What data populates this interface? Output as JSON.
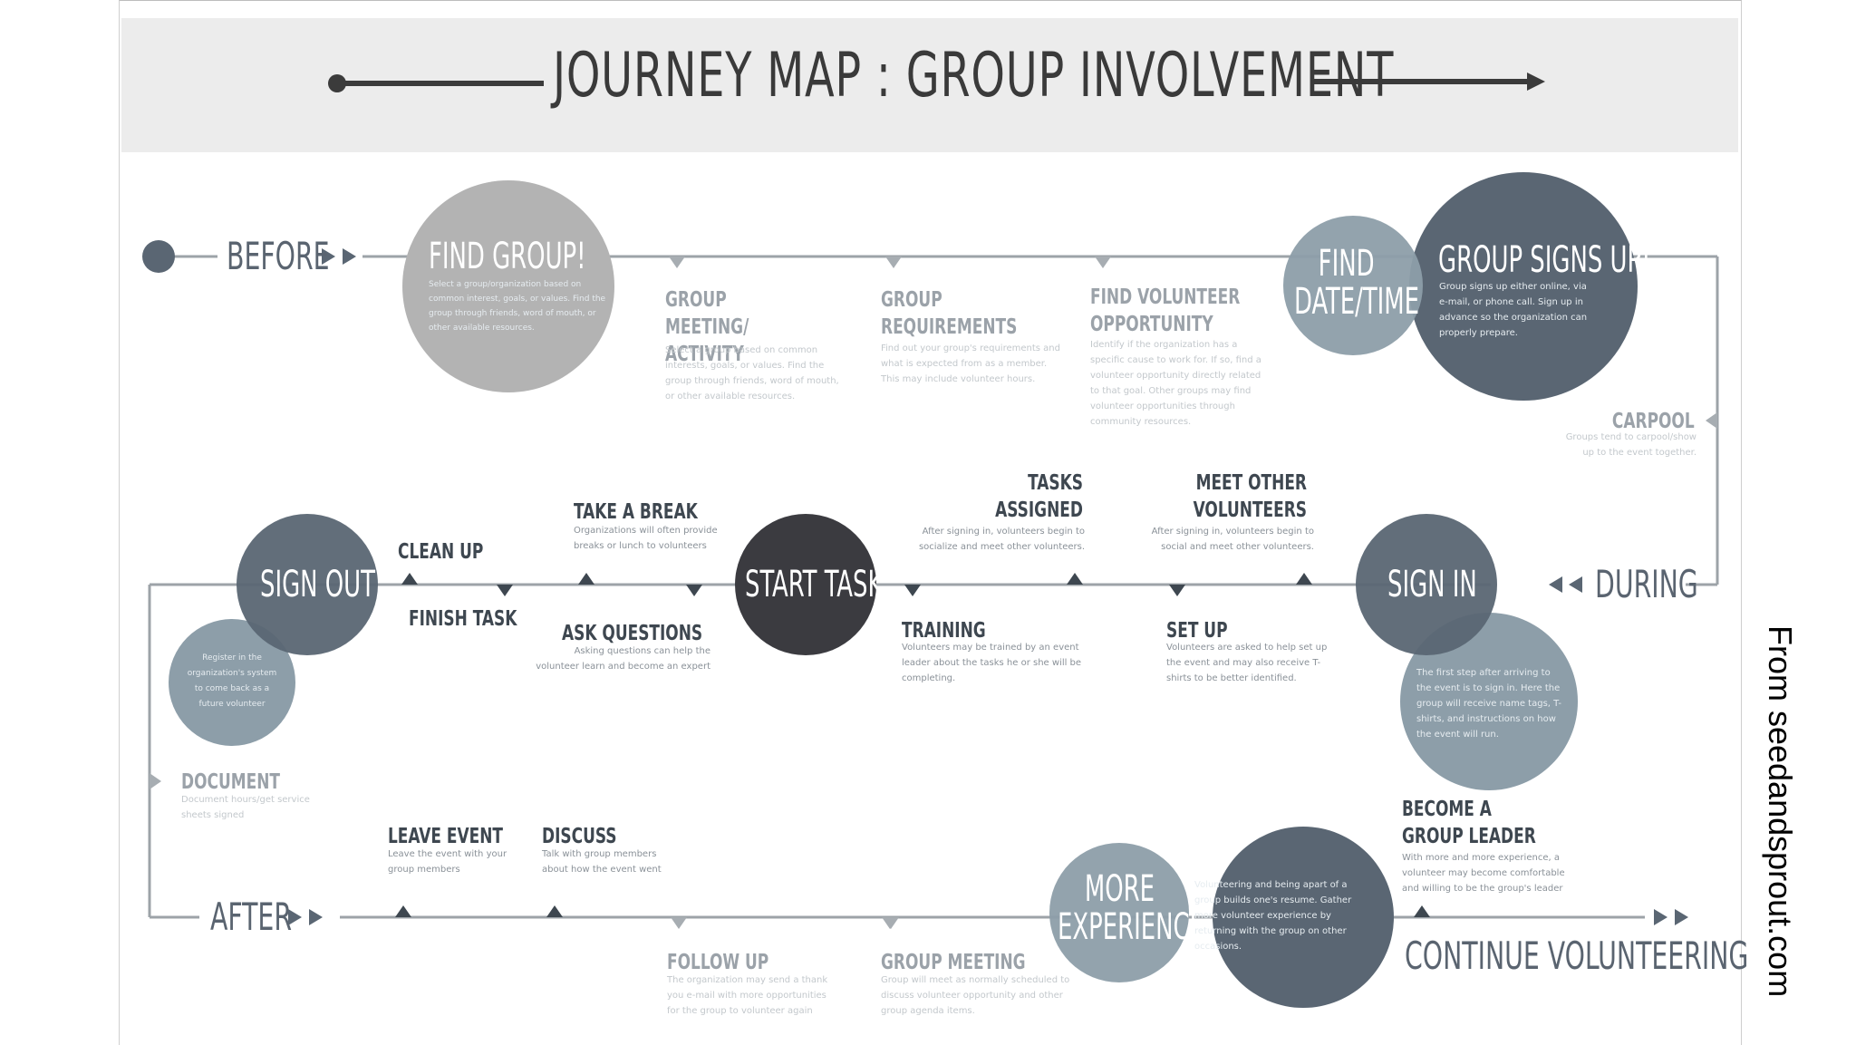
{
  "title": "JOURNEY MAP : GROUP INVOLVEMENT",
  "source": "From seedandsprout.com",
  "colors": {
    "line": "#9da3a8",
    "find_group_circle": "#b3b3b3",
    "slate_light": "#8d9ea9",
    "slate_dark": "#5a6673",
    "charcoal": "#3b3b40",
    "header_bg": "#ececec"
  },
  "stages": {
    "before": "BEFORE",
    "during": "DURING",
    "after": "AFTER",
    "continue": "CONTINUE VOLUNTEERING"
  },
  "before_row": {
    "find_group": {
      "title": "FIND GROUP!",
      "text": "Select a group/organization based on common interest, goals, or values. Find the group through friends, word of mouth, or other available resources."
    },
    "group_meeting": {
      "title": "GROUP MEETING/ ACTIVITY",
      "text": "Select a group based on common interests, goals, or values. Find the group through friends, word of mouth, or other available resources."
    },
    "group_requirements": {
      "title": "GROUP REQUIREMENTS",
      "text": "Find out your group's requirements and what is expected from as a member. This may include volunteer hours."
    },
    "find_opportunity": {
      "title": "FIND VOLUNTEER OPPORTUNITY",
      "text": "Identify if the organization has a specific cause to work for. If so, find a volunteer opportunity directly related to that goal. Other groups may find volunteer opportunities through community resources."
    },
    "find_date": {
      "title": "FIND DATE/TIME"
    },
    "group_signs_up": {
      "title": "GROUP SIGNS UP!",
      "text": "Group signs up either online, via e-mail, or phone call. Sign up in advance so the organization can properly prepare."
    },
    "carpool": {
      "title": "CARPOOL",
      "text": "Groups tend to carpool/show up to the event together."
    }
  },
  "during_row": {
    "sign_in": {
      "title": "SIGN IN",
      "text": "The first step after arriving to the event is to sign in. Here the group will receive name tags, T-shirts, and instructions on how the event will run."
    },
    "meet_other": {
      "title": "MEET OTHER VOLUNTEERS",
      "text": "After signing in, volunteers begin to social and meet other volunteers."
    },
    "set_up": {
      "title": "SET UP",
      "text": "Volunteers are asked to help set up the event and may also receive T-shirts to be better identified."
    },
    "tasks_assigned": {
      "title": "TASKS ASSIGNED",
      "text": "After signing in, volunteers begin to socialize and meet other volunteers."
    },
    "training": {
      "title": "TRAINING",
      "text": "Volunteers may be trained by an event leader about the tasks he or she will be completing."
    },
    "start_task": {
      "title": "START TASK"
    },
    "take_break": {
      "title": "TAKE A BREAK",
      "text": "Organizations will often provide breaks or lunch to volunteers"
    },
    "ask_questions": {
      "title": "ASK QUESTIONS",
      "text": "Asking questions can help the volunteer learn and become an expert"
    },
    "clean_up": {
      "title": "CLEAN UP"
    },
    "finish_task": {
      "title": "FINISH TASK"
    },
    "sign_out": {
      "title": "SIGN OUT",
      "text": "Register in the organization's system to come back as a future volunteer"
    },
    "document": {
      "title": "DOCUMENT",
      "text": "Document hours/get service sheets signed"
    }
  },
  "after_row": {
    "leave_event": {
      "title": "LEAVE EVENT",
      "text": "Leave the event with your group members"
    },
    "discuss": {
      "title": "DISCUSS",
      "text": "Talk with group members about how the event went"
    },
    "follow_up": {
      "title": "FOLLOW UP",
      "text": "The organization may send a thank you e-mail with more opportunities for the group to volunteer again"
    },
    "group_meeting": {
      "title": "GROUP MEETING",
      "text": "Group will meet as normally scheduled to discuss volunteer opportunity and other group agenda items."
    },
    "more_experience": {
      "title": "MORE EXPERIENCE",
      "text": "Volunteering and being apart of a group builds one's resume. Gather more volunteer experience by returning with the group on other occasions."
    },
    "become_leader": {
      "title": "BECOME A GROUP LEADER",
      "text": "With more and more experience, a volunteer may become comfortable and willing to be the group's leader"
    }
  }
}
